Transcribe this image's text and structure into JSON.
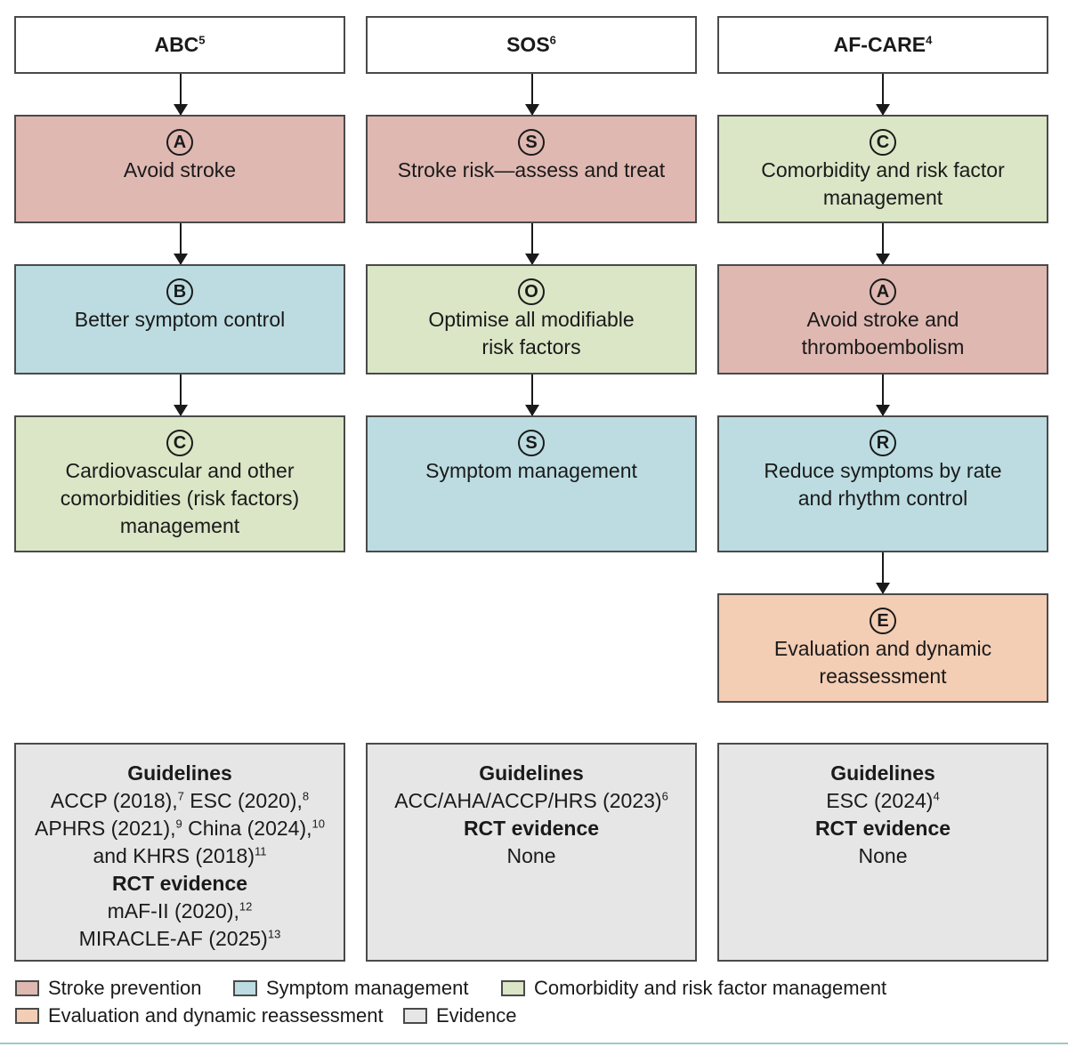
{
  "columns": [
    {
      "title": "ABC",
      "title_ref": "5",
      "steps": [
        {
          "letter": "A",
          "text": "Avoid stroke"
        },
        {
          "letter": "B",
          "text": "Better symptom control"
        },
        {
          "letter": "C",
          "line1": "Cardiovascular and other",
          "line2": "comorbidities (risk factors)",
          "line3": "management"
        }
      ],
      "evidence": {
        "guidelines_heading": "Guidelines",
        "g1": "ACCP (2018),",
        "g1_ref": "7",
        "g1b": " ESC (2020),",
        "g1b_ref": "8",
        "g2": "APHRS (2021),",
        "g2_ref": "9",
        "g2b": " China (2024),",
        "g2b_ref": "10",
        "g3": "and KHRS (2018)",
        "g3_ref": "11",
        "rct_heading": "RCT evidence",
        "r1": "mAF-II (2020),",
        "r1_ref": "12",
        "r2": "MIRACLE-AF (2025)",
        "r2_ref": "13"
      }
    },
    {
      "title": "SOS",
      "title_ref": "6",
      "steps": [
        {
          "letter": "S",
          "text": "Stroke risk—assess and treat"
        },
        {
          "letter": "O",
          "line1": "Optimise all modifiable",
          "line2": "risk factors"
        },
        {
          "letter": "S",
          "text": "Symptom management"
        }
      ],
      "evidence": {
        "guidelines_heading": "Guidelines",
        "g1": "ACC/AHA/ACCP/HRS (2023)",
        "g1_ref": "6",
        "rct_heading": "RCT evidence",
        "rct_value": "None"
      }
    },
    {
      "title": "AF-CARE",
      "title_ref": "4",
      "steps": [
        {
          "letter": "C",
          "line1": "Comorbidity and risk factor",
          "line2": "management"
        },
        {
          "letter": "A",
          "line1": "Avoid stroke and",
          "line2": "thromboembolism"
        },
        {
          "letter": "R",
          "line1": "Reduce symptoms by rate",
          "line2": "and rhythm control"
        },
        {
          "letter": "E",
          "line1": "Evaluation and dynamic",
          "line2": "reassessment"
        }
      ],
      "evidence": {
        "guidelines_heading": "Guidelines",
        "g1": "ESC (2024)",
        "g1_ref": "4",
        "rct_heading": "RCT evidence",
        "rct_value": "None"
      }
    }
  ],
  "legend": [
    {
      "label": "Stroke prevention",
      "color": "#dfb8b2"
    },
    {
      "label": "Symptom management",
      "color": "#bcdce1"
    },
    {
      "label": "Comorbidity and risk factor management",
      "color": "#dae6c6"
    },
    {
      "label": "Evaluation and dynamic reassessment",
      "color": "#f3cdb4"
    },
    {
      "label": "Evidence",
      "color": "#e6e6e6"
    }
  ]
}
